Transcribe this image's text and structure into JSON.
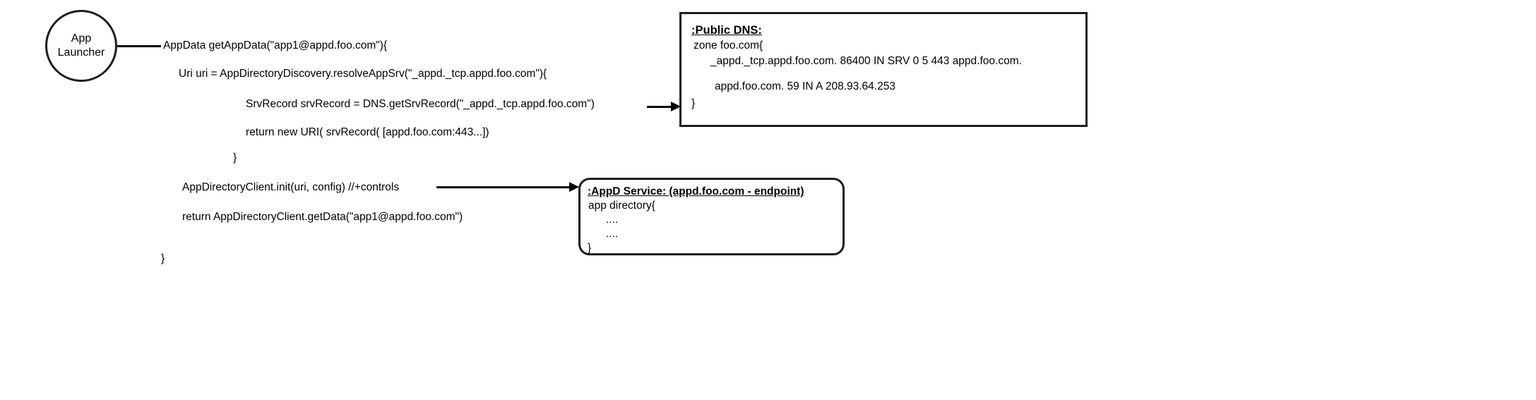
{
  "diagram": {
    "title_role": "sequence-call-diagram",
    "actor": {
      "line1": "App",
      "line2": "Launcher"
    },
    "code_lines": [
      {
        "id": "l1",
        "text": "AppData getAppData(\"app1@appd.foo.com\"){"
      },
      {
        "id": "l2",
        "text": "Uri uri = AppDirectoryDiscovery.resolveAppSrv(\"_appd._tcp.appd.foo.com\"){"
      },
      {
        "id": "l3",
        "text": "SrvRecord srvRecord =  DNS.getSrvRecord(\"_appd._tcp.appd.foo.com\")"
      },
      {
        "id": "l4",
        "text": "return new URI( srvRecord( [appd.foo.com:443...])"
      },
      {
        "id": "l5",
        "text": "}"
      },
      {
        "id": "l6",
        "text": "AppDirectoryClient.init(uri, config) //+controls"
      },
      {
        "id": "l7",
        "text": "return  AppDirectoryClient.getData(\"app1@appd.foo.com\")"
      },
      {
        "id": "l8",
        "text": "}"
      }
    ],
    "dns_box": {
      "title": ":Public DNS:",
      "line_zone_open": "zone foo.com{",
      "line_srv": "_appd._tcp.appd.foo.com. 86400 IN SRV 0 5 443 appd.foo.com.",
      "line_a": "appd.foo.com. 59 IN A 208.93.64.253",
      "line_close": "}"
    },
    "appd_box": {
      "title": ":AppD Service: (appd.foo.com - endpoint)",
      "line_open": "app directory{",
      "line_dots1": "....",
      "line_dots2": "....",
      "line_close": "}"
    },
    "colors": {
      "stroke": "#1c1c1c",
      "arrow": "#000000",
      "background": "#ffffff",
      "text": "#000000"
    }
  }
}
